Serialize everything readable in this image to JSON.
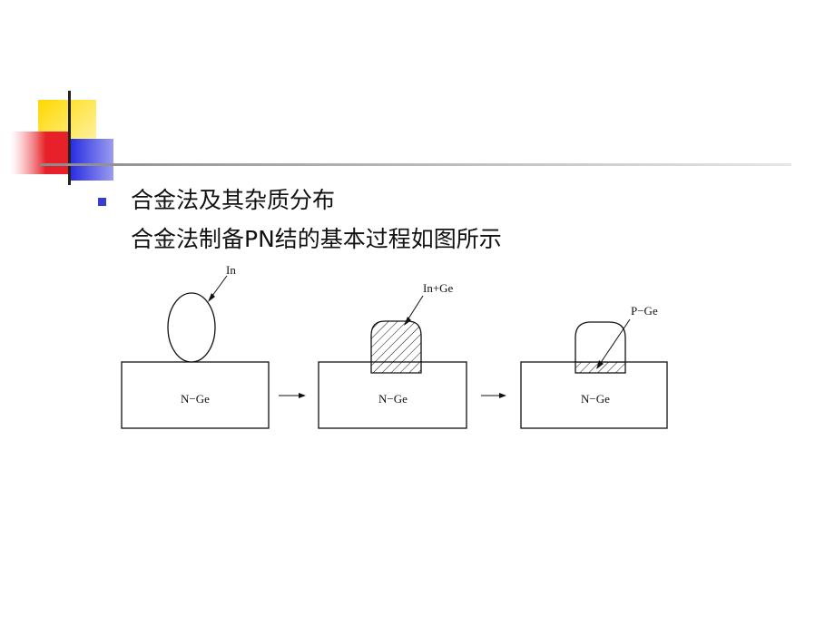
{
  "colors": {
    "yellow_square": "#ffd800",
    "red_square": "#e8202a",
    "blue_square": "#2a2ee0",
    "bullet": "#3a3ccf",
    "rule_line": "#c8c8c8",
    "line_dark": "#111111"
  },
  "content": {
    "bullet_text": "合金法及其杂质分布",
    "sub_text": "合金法制备PN结的基本过程如图所示"
  },
  "diagram": {
    "panel1": {
      "top_label": "In",
      "substrate_label": "N−Ge"
    },
    "panel2": {
      "top_label": "In+Ge",
      "substrate_label": "N−Ge"
    },
    "panel3": {
      "top_label": "P−Ge",
      "substrate_label": "N−Ge"
    }
  }
}
